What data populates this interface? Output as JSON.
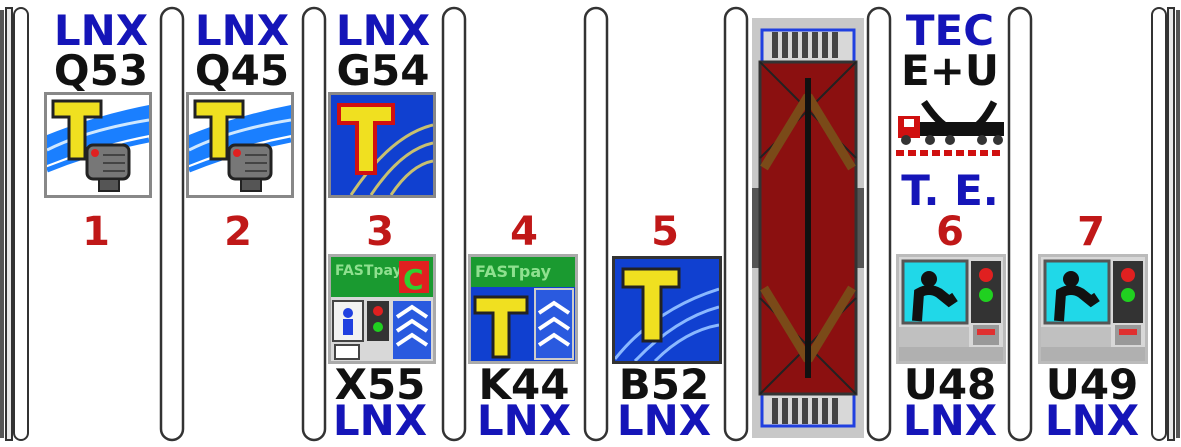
{
  "colors": {
    "operator_blue": "#1515b8",
    "lane_red": "#c01818",
    "code_black": "#111111",
    "truck_red": "#d01010",
    "center_red": "#8b1010",
    "center_brown": "#7a3a10"
  },
  "lanes": [
    {
      "number": "1",
      "top_operator": "LNX",
      "top_code": "Q53",
      "top_icon": "tolltag-camera-icon"
    },
    {
      "number": "2",
      "top_operator": "LNX",
      "top_code": "Q45",
      "top_icon": "tolltag-camera-icon"
    },
    {
      "number": "3",
      "top_operator": "LNX",
      "top_code": "G54",
      "top_icon": "tolltag-icon",
      "bottom_code": "X55",
      "bottom_operator": "LNX",
      "bottom_icon": "fastpay-cash-icon"
    },
    {
      "number": "4",
      "bottom_code": "K44",
      "bottom_operator": "LNX",
      "bottom_icon": "fastpay-tolltag-icon"
    },
    {
      "number": "5",
      "bottom_code": "B52",
      "bottom_operator": "LNX",
      "bottom_icon": "tolltag-icon"
    },
    {
      "center_icon": "reversible-lane-icon"
    },
    {
      "number": "6",
      "top_operator": "TEC",
      "top_code": "E+U",
      "top_icon": "truck-weigh-icon",
      "top_sub": "T. E.",
      "bottom_code": "U48",
      "bottom_operator": "LNX",
      "bottom_icon": "attended-booth-icon"
    },
    {
      "number": "7",
      "bottom_code": "U49",
      "bottom_operator": "LNX",
      "bottom_icon": "attended-booth-icon"
    }
  ],
  "fastpay_label": "FASTpay",
  "fastpay_c": "C"
}
